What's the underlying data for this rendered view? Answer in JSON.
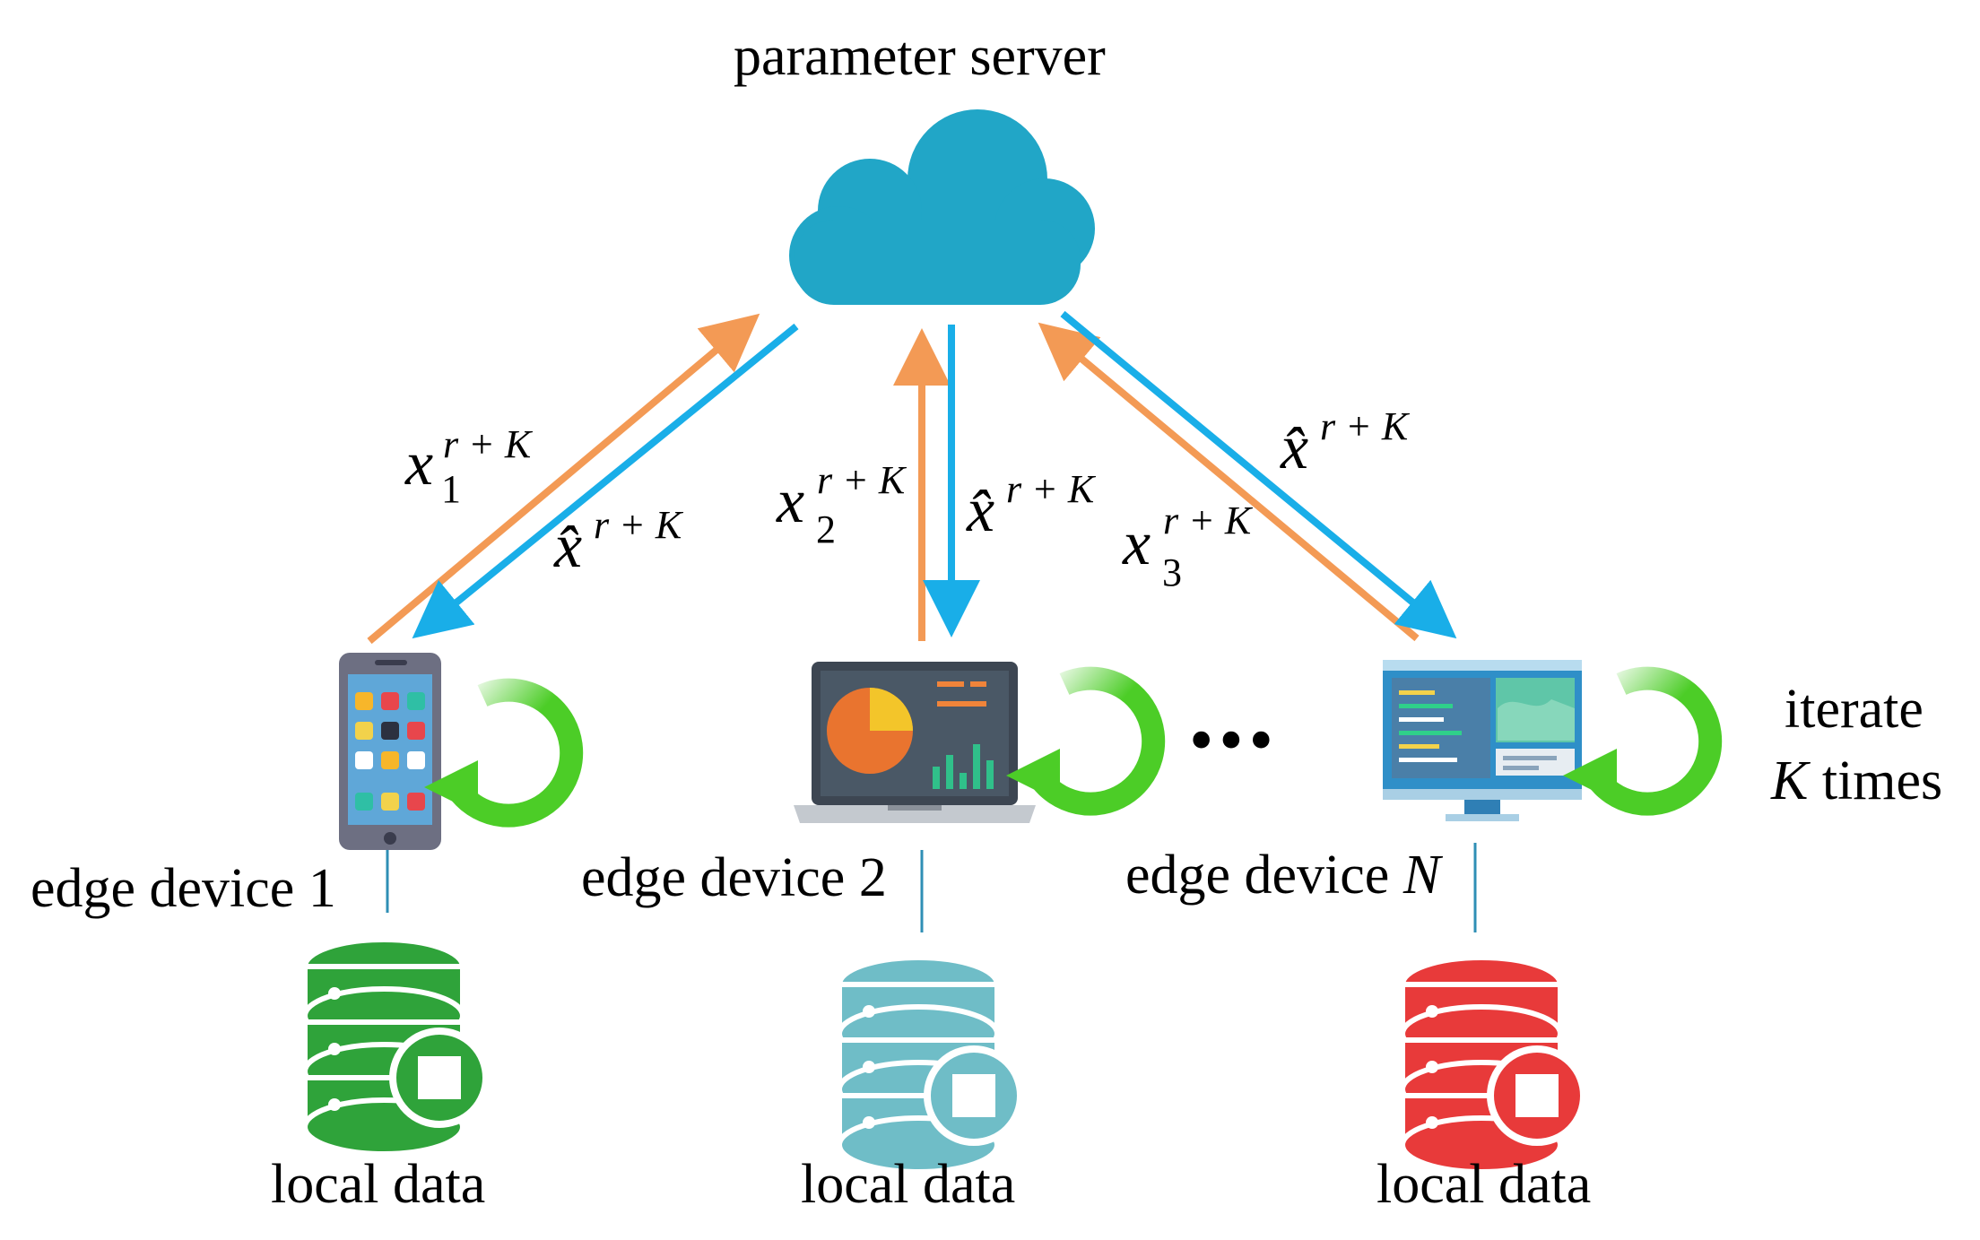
{
  "server": {
    "label": "parameter server",
    "icon": "cloud-icon",
    "color": "#21a6c7"
  },
  "uplink_color": "#f39a55",
  "downlink_color": "#19aee8",
  "devices": [
    {
      "label": "edge device 1",
      "icon": "smartphone-icon",
      "data_label": "local data",
      "db_color": "#2fa33a",
      "up_symbol": "x",
      "up_subscript": "1",
      "up_superscript": "r + K",
      "down_symbol": "x̂",
      "down_superscript": "r + K"
    },
    {
      "label_prefix": "edge device 2",
      "icon": "laptop-icon",
      "data_label": "local data",
      "db_color": "#6fbdc7",
      "up_symbol": "x",
      "up_subscript": "2",
      "up_superscript": "r + K",
      "down_symbol": "x̂",
      "down_superscript": "r + K"
    },
    {
      "label_prefix": "edge device ",
      "label_var": "N",
      "icon": "desktop-monitor-icon",
      "data_label": "local data",
      "db_color": "#e83a3a",
      "up_symbol": "x",
      "up_subscript": "3",
      "up_superscript": "r + K",
      "down_symbol": "x̂",
      "down_superscript": "r + K"
    }
  ],
  "ellipsis": "•••",
  "iterate": {
    "line1": "iterate",
    "line2_var": "K",
    "line2_rest": " times",
    "icon": "refresh-cycle-icon",
    "color": "#4ccd27"
  }
}
